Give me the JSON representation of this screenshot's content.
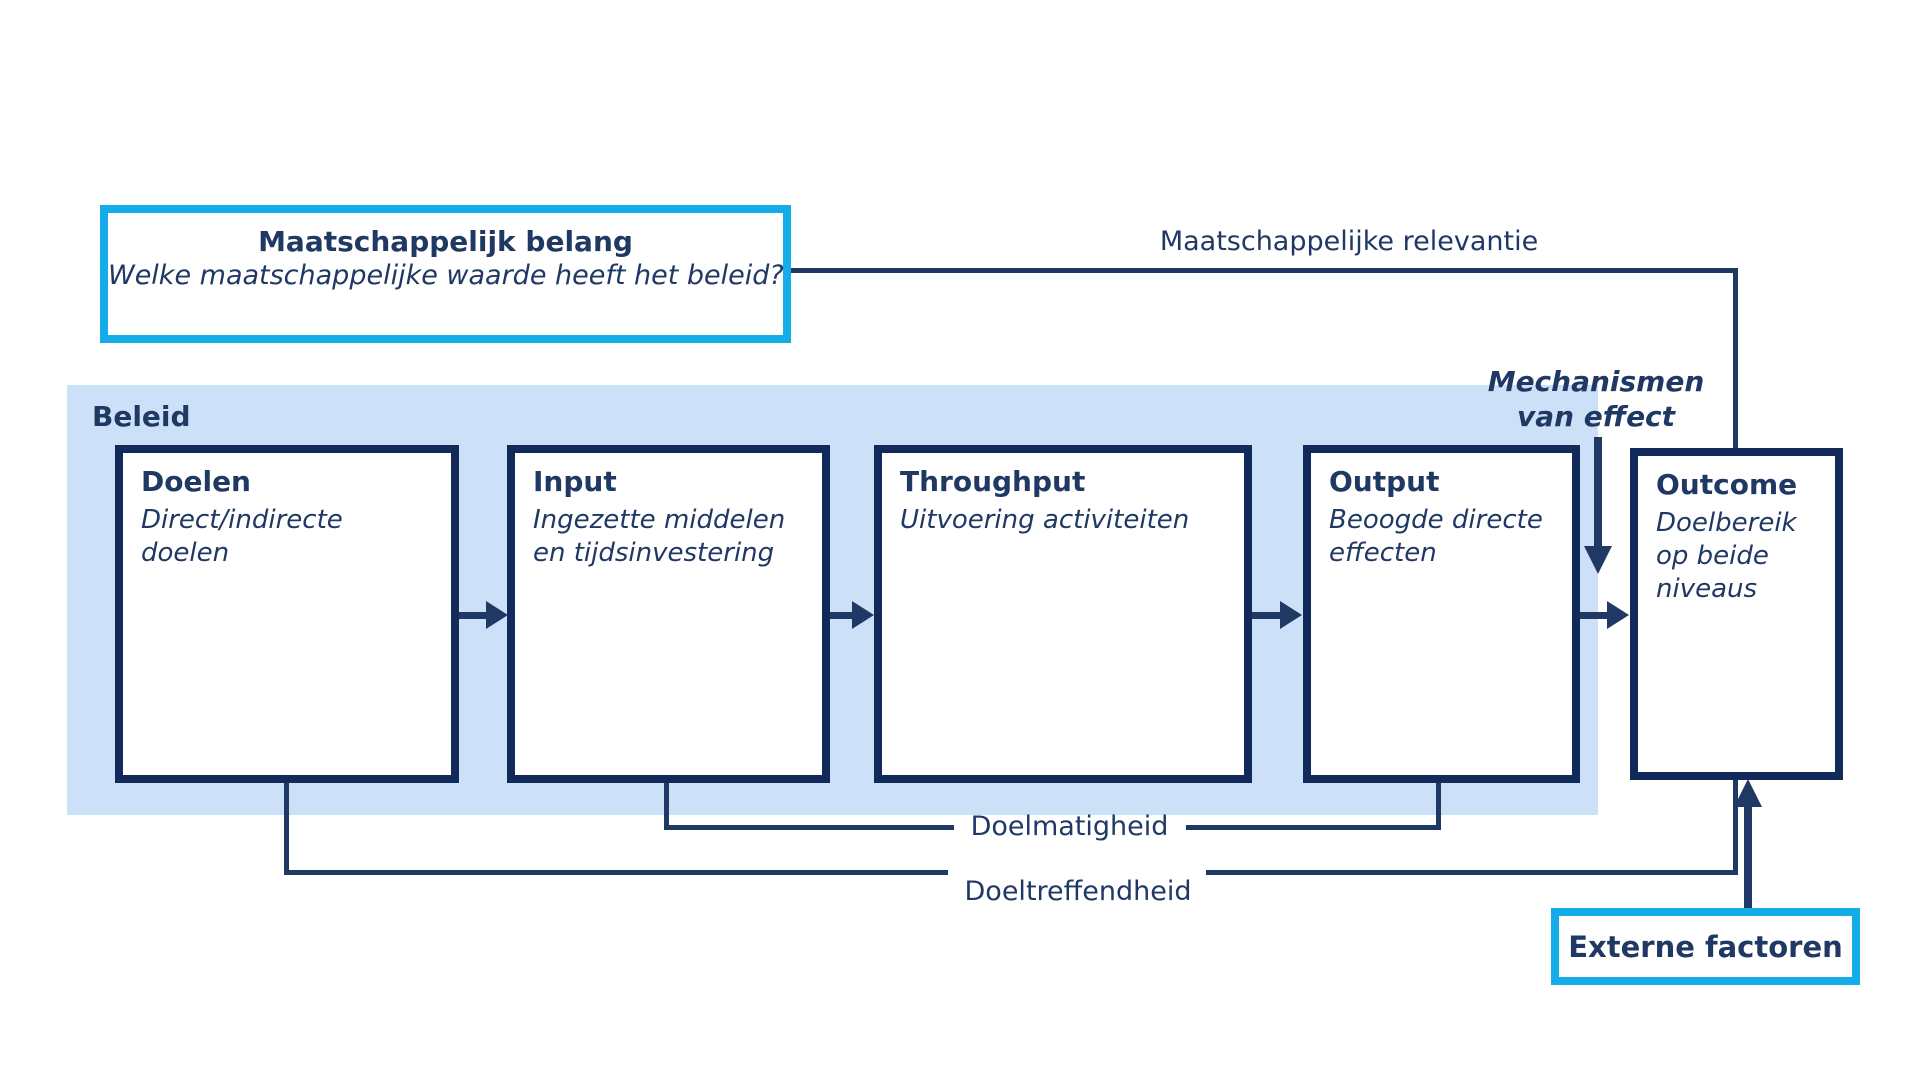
{
  "diagram": {
    "colors": {
      "cyan": "#14ACE9",
      "light_blue": "#CCE1F7",
      "navy_border": "#112A5A",
      "navy_text": "#1F3864"
    },
    "top_box": {
      "title": "Maatschappelijk belang",
      "question": "Welke maatschappelijke waarde heeft het beleid?"
    },
    "labels": {
      "relevantie": "Maatschappelijke relevantie",
      "beleid": "Beleid",
      "mechanismen_line1": "Mechanismen",
      "mechanismen_line2": "van effect",
      "doelmatigheid": "Doelmatigheid",
      "doeltreffendheid": "Doeltreffendheid"
    },
    "flow_boxes": [
      {
        "title": "Doelen",
        "desc": "Direct/indirecte doelen"
      },
      {
        "title": "Input",
        "desc": "Ingezette middelen en tijdsinvestering"
      },
      {
        "title": "Throughput",
        "desc": "Uitvoering activiteiten"
      },
      {
        "title": "Output",
        "desc": "Beoogde directe effecten"
      },
      {
        "title": "Outcome",
        "desc": "Doelbereik op beide niveaus"
      }
    ],
    "externe_box": {
      "title": "Externe factoren"
    }
  }
}
